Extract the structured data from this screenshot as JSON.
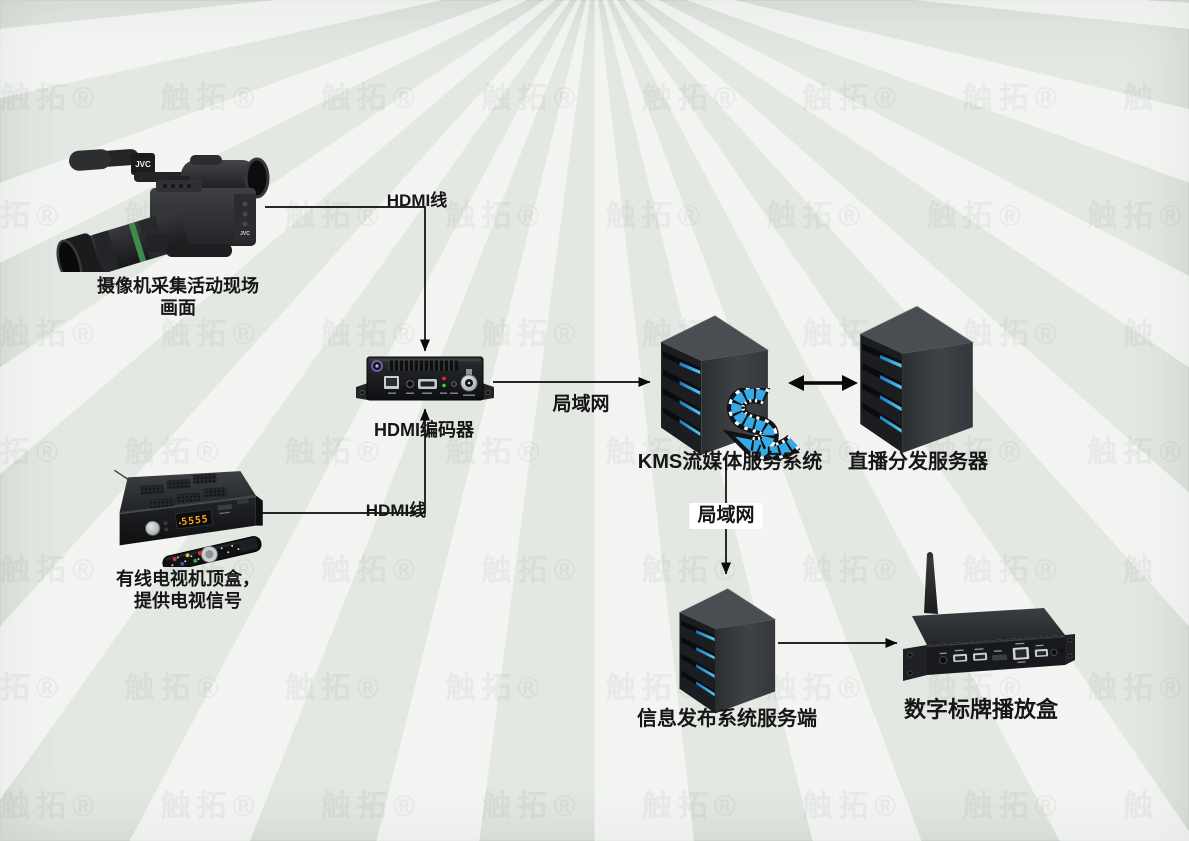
{
  "diagram": {
    "background_color": "#e4e8e3",
    "ray_color": "#f2f5f1",
    "connector_color": "#0a0a0a",
    "accent_blue": "#3fb3ec",
    "display_orange": "#ffa41e"
  },
  "watermark": {
    "text": "触拓®"
  },
  "devices": {
    "camera": {
      "label_line1": "摄像机采集活动现场",
      "label_line2": "画面",
      "brand": "JVC"
    },
    "set_top_box": {
      "label_line1": "有线电视机顶盒，",
      "label_line2": "提供电视信号",
      "display_value": "5555"
    },
    "encoder": {
      "label": "HDMI编码器"
    },
    "kms_server": {
      "label": "KMS流媒体服务系统"
    },
    "live_server": {
      "label": "直播分发服务器"
    },
    "info_server": {
      "label": "信息发布系统服务端"
    },
    "signage_player": {
      "label": "数字标牌播放盒"
    }
  },
  "connections": {
    "camera_to_encoder": {
      "label": "HDMI线"
    },
    "stb_to_encoder": {
      "label": "HDMI线"
    },
    "encoder_to_kms": {
      "label": "局域网"
    },
    "kms_to_info": {
      "label": "局域网"
    }
  }
}
